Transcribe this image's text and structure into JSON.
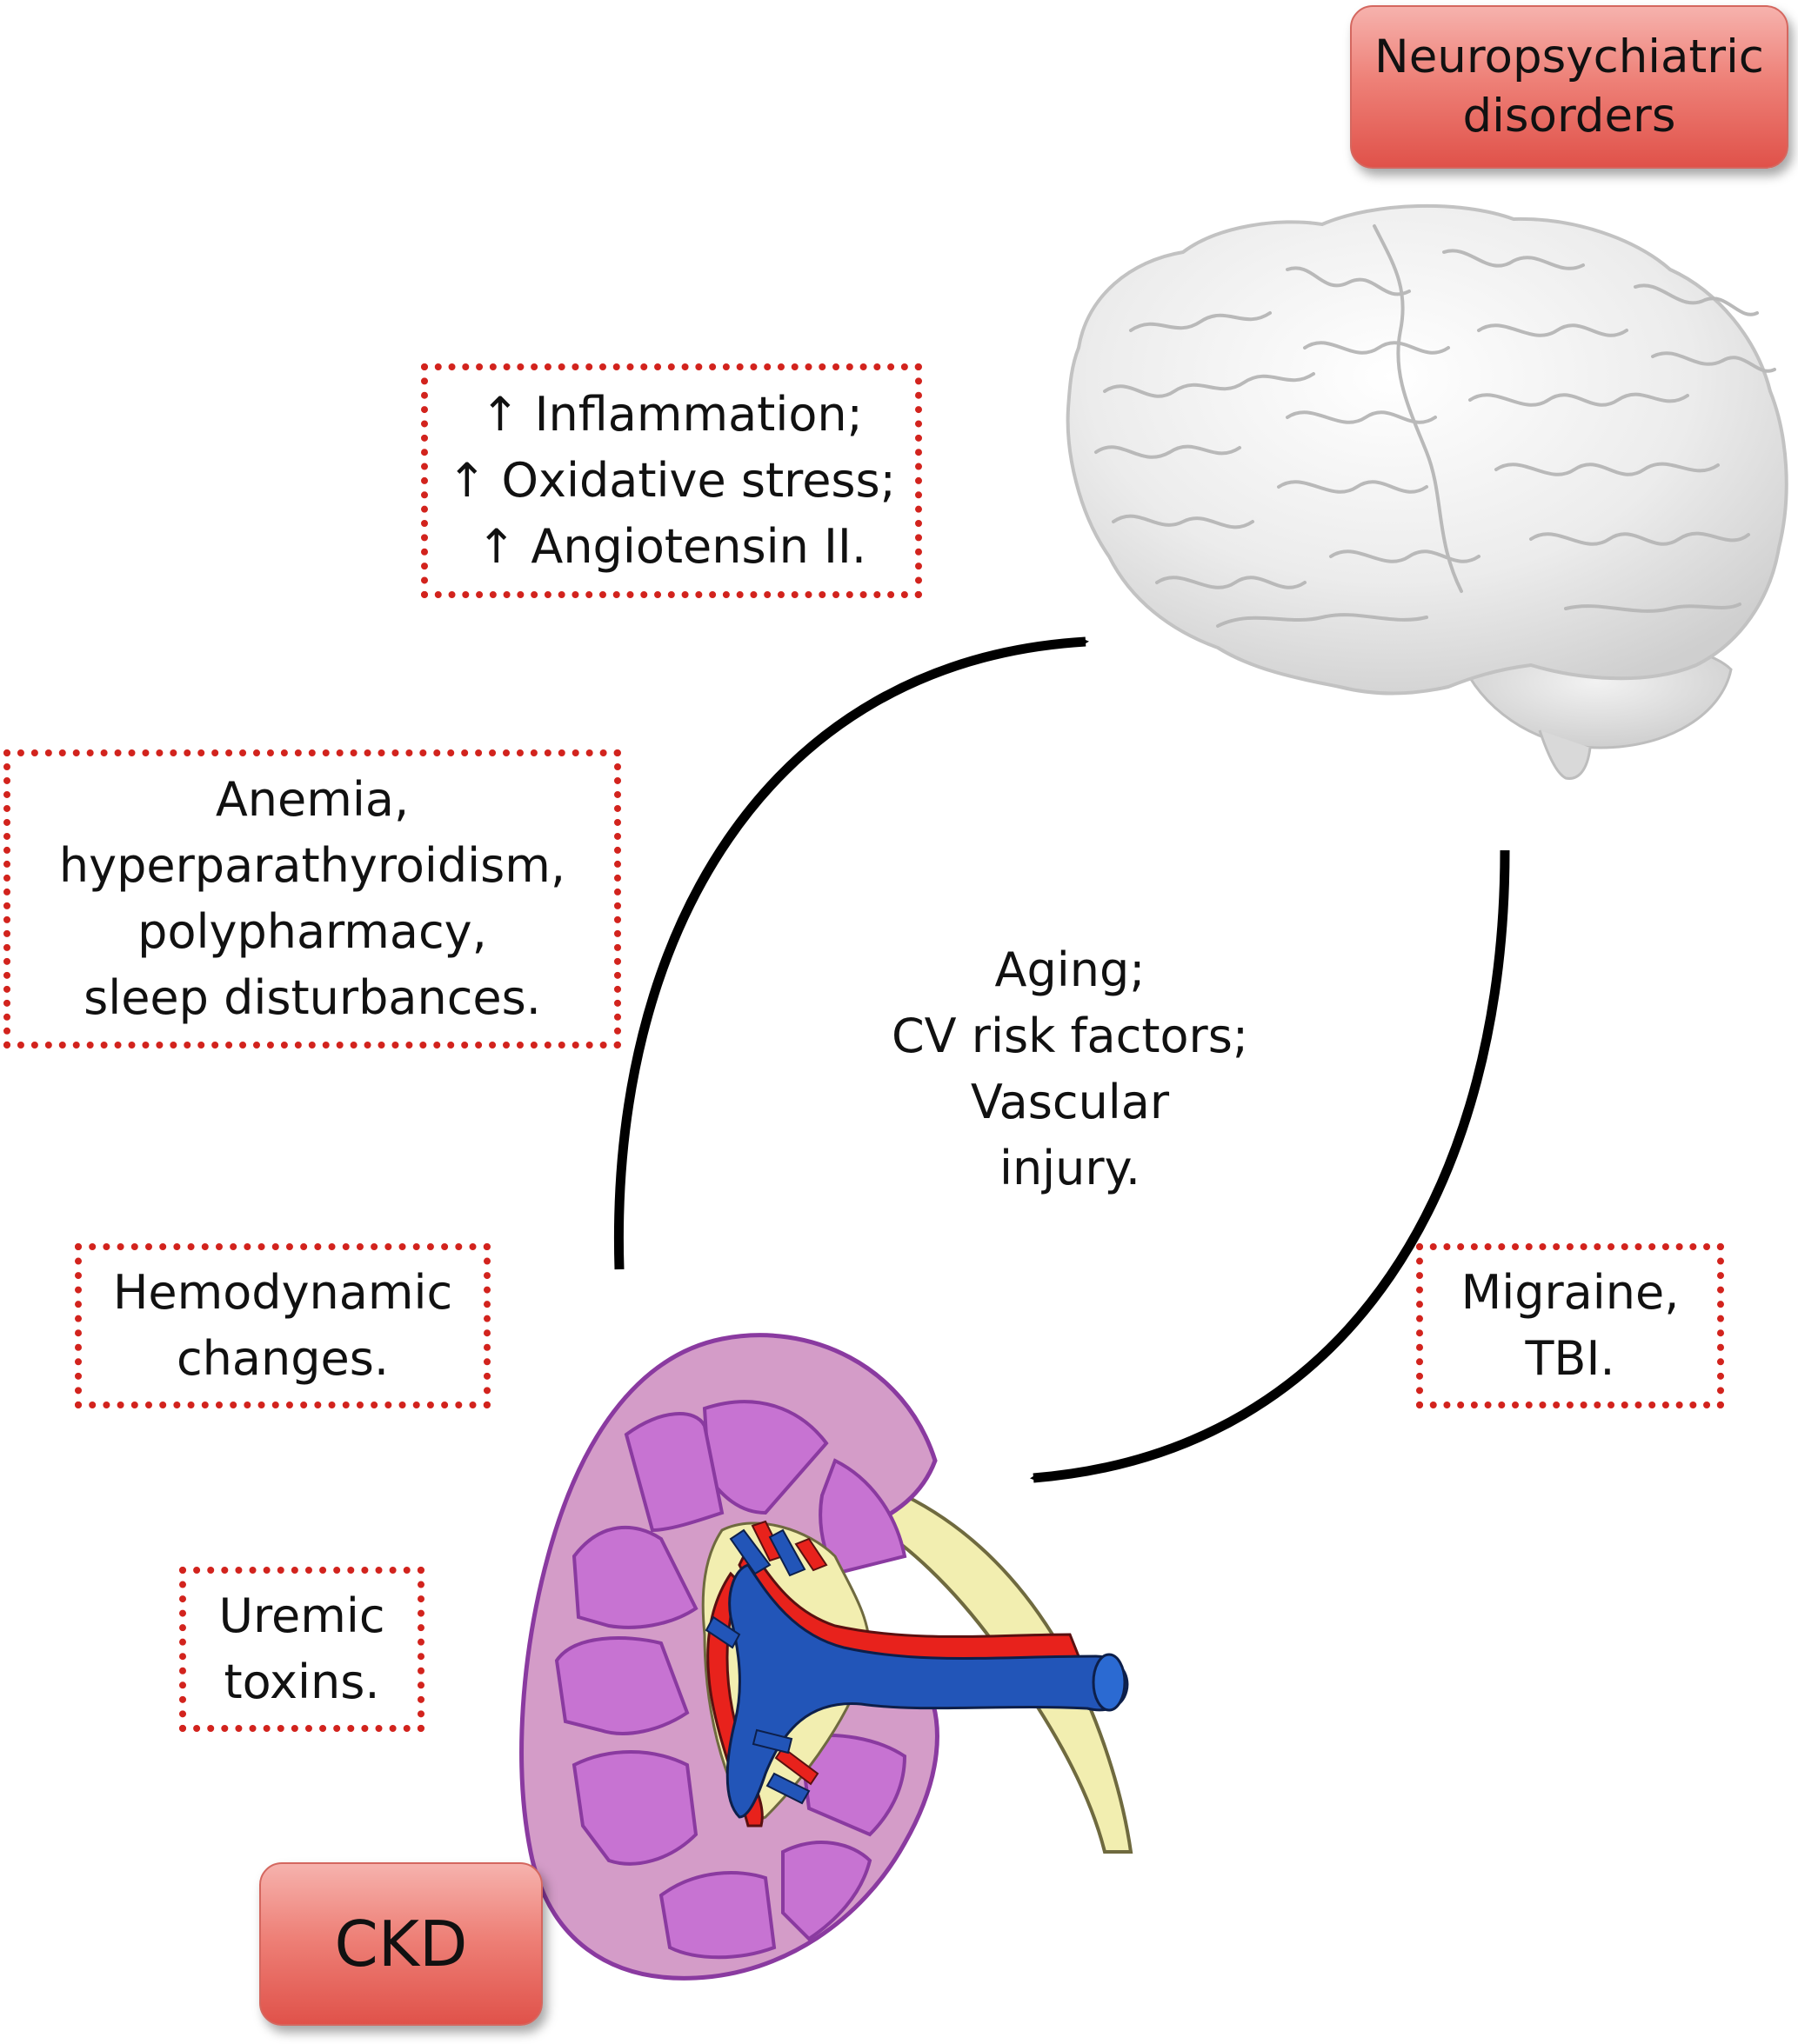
{
  "nodes": {
    "neuro": {
      "lines": [
        "Neuropsychiatric",
        "disorders"
      ]
    },
    "ckd": {
      "label": "CKD"
    }
  },
  "factors": {
    "mechanisms": [
      "↑ Inflammation;",
      "↑ Oxidative stress;",
      "↑ Angiotensin II."
    ],
    "anemia": [
      "Anemia,",
      "hyperparathyroidism,",
      "polypharmacy,",
      "sleep disturbances."
    ],
    "hemodynamic": [
      "Hemodynamic",
      "changes."
    ],
    "uremic": [
      "Uremic",
      "toxins."
    ],
    "migraine": [
      "Migraine,",
      "TBI."
    ],
    "shared": [
      "Aging;",
      "CV risk factors;",
      "Vascular",
      "injury."
    ]
  },
  "colors": {
    "box_border": "#d2231d",
    "pill": "#e8665e",
    "arrow": "#000000",
    "kidney_cortex": "#d49cc8",
    "kidney_pyramid": "#c773d2",
    "kidney_pelvis": "#f2eeb0",
    "vein": "#2255b8",
    "artery": "#e8221c"
  },
  "icons": [
    "brain-illustration",
    "kidney-illustration"
  ]
}
